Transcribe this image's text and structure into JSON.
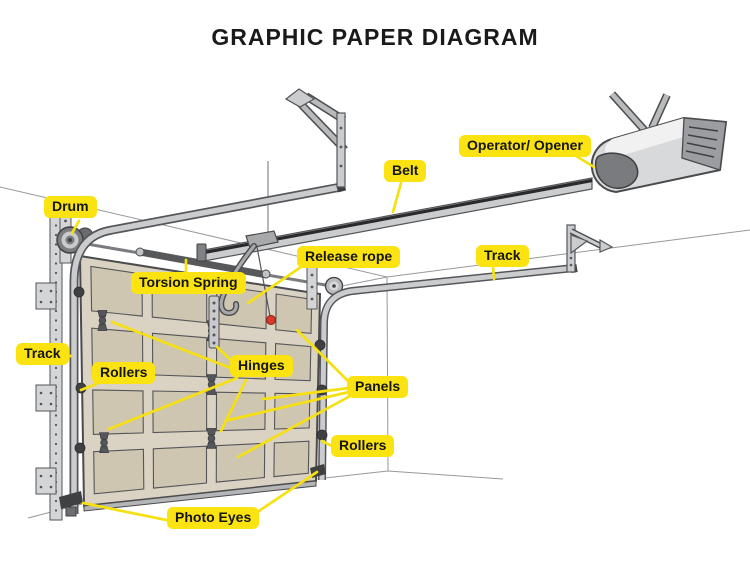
{
  "title": "GRAPHIC PAPER DIAGRAM",
  "labels": {
    "drum": "Drum",
    "belt": "Belt",
    "operator": "Operator/ Opener",
    "release_rope": "Release rope",
    "track_right": "Track",
    "torsion_spring": "Torsion Spring",
    "track_left": "Track",
    "rollers_left": "Rollers",
    "hinges": "Hinges",
    "panels": "Panels",
    "rollers_right": "Rollers",
    "photo_eyes": "Photo Eyes"
  },
  "colors": {
    "label_bg": "#FBE312",
    "leader": "#F6E011",
    "title_color": "#1A1A1A",
    "door_frame": "#DAD3C3",
    "door_panel": "#CEC6B1",
    "metal": "#CBCCCE",
    "metal_dark": "#55565A",
    "spring": "#57585A",
    "rope_handle": "#D93A2B"
  }
}
